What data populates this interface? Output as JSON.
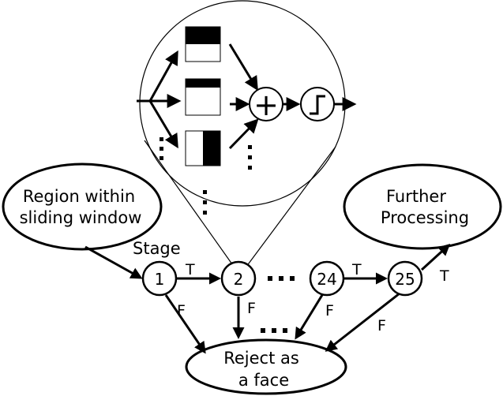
{
  "start_region": {
    "line1": "Region within",
    "line2": "sliding window"
  },
  "further": {
    "line1": "Further",
    "line2": "Processing"
  },
  "reject": {
    "line1": "Reject as",
    "line2": "a face"
  },
  "stage_label": "Stage",
  "nodes": [
    "1",
    "2",
    "24",
    "25"
  ],
  "edge_true": "T",
  "edge_false": "F",
  "ellipsis": "…",
  "vertical_ellipsis": "⋮",
  "operator_sum": "+",
  "threshold_icon": "step-function-icon",
  "feature_icons": [
    "haar-feature-horizontal-icon",
    "haar-feature-top-bar-icon",
    "haar-feature-vertical-icon"
  ]
}
